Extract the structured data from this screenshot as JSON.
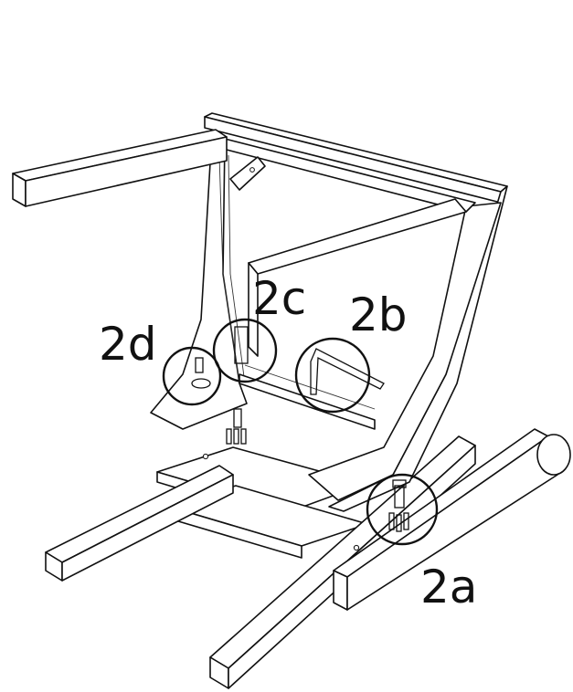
{
  "callouts": [
    {
      "id": "2a",
      "label": "2a"
    },
    {
      "id": "2b",
      "label": "2b"
    },
    {
      "id": "2c",
      "label": "2c"
    },
    {
      "id": "2d",
      "label": "2d"
    }
  ]
}
